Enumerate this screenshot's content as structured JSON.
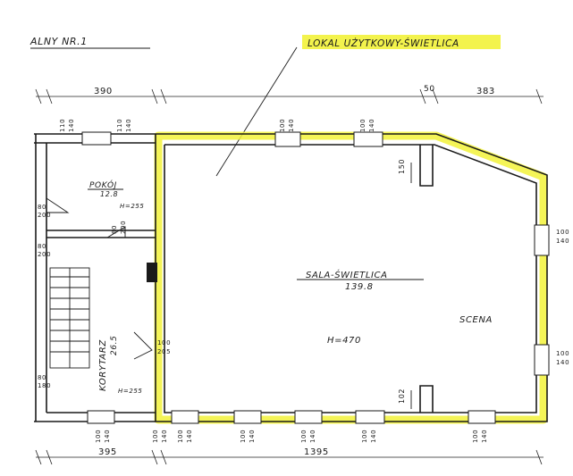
{
  "sheet": {
    "title_fragment": "ALNY NR.1",
    "highlight_label": "LOKAL UŻYTKOWY-ŚWIETLICA"
  },
  "rooms": {
    "pokoj": {
      "name": "POKÓJ",
      "area": "12.8",
      "height": "H=255"
    },
    "korytarz": {
      "name": "KORYTARZ",
      "area": "26.5",
      "height": "H=255"
    },
    "sala": {
      "name": "SALA-ŚWIETLICA",
      "area": "139.8",
      "height": "H=470"
    },
    "scena": {
      "name": "SCENA"
    }
  },
  "dimensions": {
    "top_left": "390",
    "top_right_gap": "50",
    "top_right": "383",
    "bottom_left": "395",
    "bottom_main": "1395"
  },
  "openings": {
    "top_1": [
      "110",
      "140"
    ],
    "top_2": [
      "110",
      "140"
    ],
    "top_3": [
      "100",
      "140"
    ],
    "top_4": [
      "100",
      "140"
    ],
    "right_1": [
      "100",
      "140"
    ],
    "right_2": [
      "100",
      "140"
    ],
    "bottom_1": [
      "100",
      "140"
    ],
    "bottom_2": [
      "100",
      "140"
    ],
    "bottom_3": [
      "100",
      "140"
    ],
    "bottom_4": [
      "100",
      "140"
    ],
    "bottom_5": [
      "100",
      "140"
    ],
    "bottom_6": [
      "100",
      "140"
    ],
    "bottom_7": [
      "100",
      "140"
    ]
  },
  "doors": {
    "d1": [
      "80",
      "200"
    ],
    "d2": [
      "80",
      "200"
    ],
    "d3": [
      "80",
      "200"
    ],
    "d4": [
      "80",
      "180"
    ],
    "d5": [
      "100",
      "205"
    ]
  },
  "wall_marks": {
    "scena_top": "150",
    "scena_bottom": "102"
  },
  "colors": {
    "highlight": "#f2f23a",
    "ink": "#1a1a1a"
  }
}
